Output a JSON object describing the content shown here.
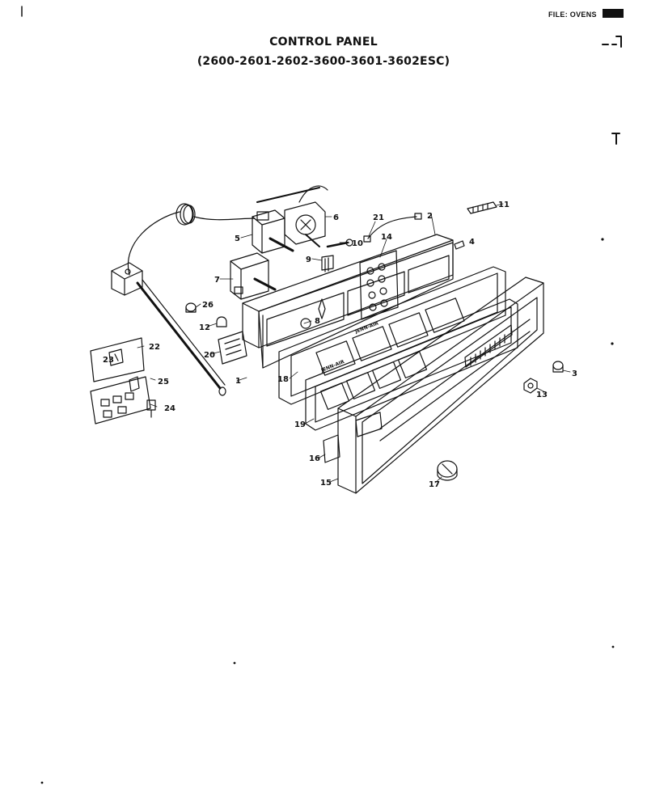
{
  "header": {
    "file_tag": "FILE: OVENS",
    "title": "CONTROL PANEL",
    "subtitle": "(2600-2601-2602-3600-3601-3602ESC)"
  },
  "panel_brand": "JENN-AIR",
  "callouts": [
    {
      "id": "c1",
      "label": "1"
    },
    {
      "id": "c2",
      "label": "2"
    },
    {
      "id": "c3",
      "label": "3"
    },
    {
      "id": "c4",
      "label": "4"
    },
    {
      "id": "c5",
      "label": "5"
    },
    {
      "id": "c6",
      "label": "6"
    },
    {
      "id": "c7",
      "label": "7"
    },
    {
      "id": "c8",
      "label": "8"
    },
    {
      "id": "c9",
      "label": "9"
    },
    {
      "id": "c10",
      "label": "10"
    },
    {
      "id": "c11",
      "label": "11"
    },
    {
      "id": "c12",
      "label": "12"
    },
    {
      "id": "c13",
      "label": "13"
    },
    {
      "id": "c14",
      "label": "14"
    },
    {
      "id": "c15",
      "label": "15"
    },
    {
      "id": "c16",
      "label": "16"
    },
    {
      "id": "c17",
      "label": "17"
    },
    {
      "id": "c18",
      "label": "18"
    },
    {
      "id": "c19",
      "label": "19"
    },
    {
      "id": "c20",
      "label": "20"
    },
    {
      "id": "c21",
      "label": "21"
    },
    {
      "id": "c22",
      "label": "22"
    },
    {
      "id": "c23",
      "label": "23"
    },
    {
      "id": "c24",
      "label": "24"
    },
    {
      "id": "c25",
      "label": "25"
    },
    {
      "id": "c26",
      "label": "26"
    }
  ]
}
